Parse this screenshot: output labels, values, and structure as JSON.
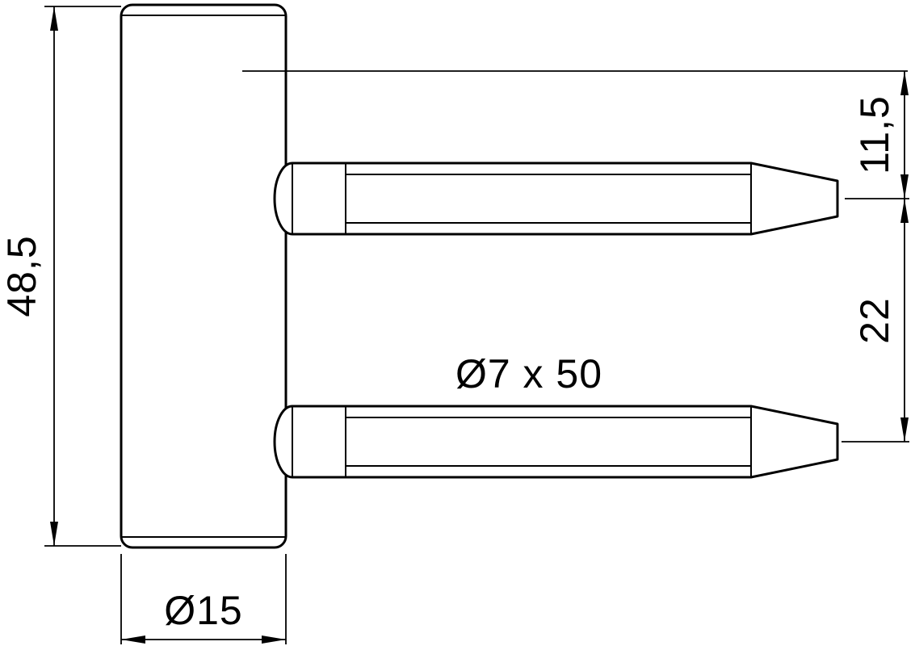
{
  "drawing": {
    "type": "technical-drawing",
    "subject": "door hinge frame part with two drill-in pins, side view",
    "labels": {
      "body_height": "48,5",
      "body_diameter": "Ø15",
      "pin_spec": "Ø7 x 50",
      "pin_top_offset": "11,5",
      "pin_spacing": "22"
    }
  }
}
